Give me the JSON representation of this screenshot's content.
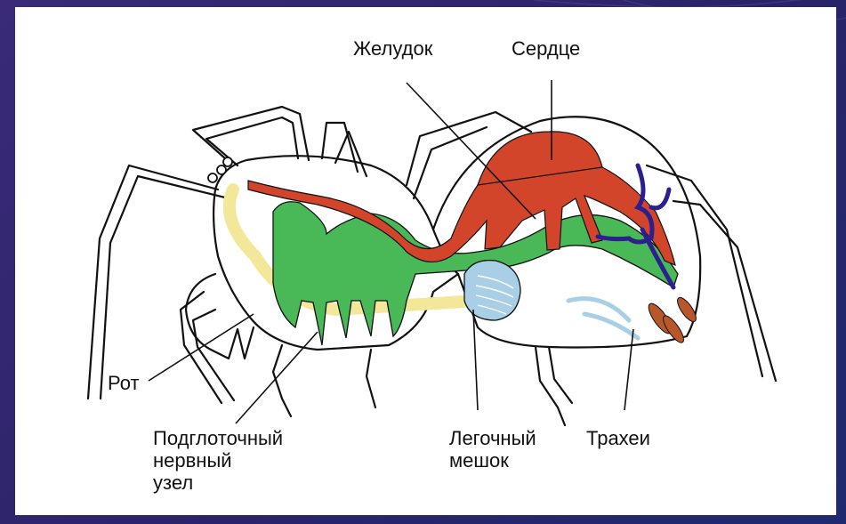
{
  "colors": {
    "background": "#2e2670",
    "card": "#ffffff",
    "digestive": "#49b857",
    "heart": "#d2452a",
    "nerve": "#f3e89a",
    "lung": "#a8cfe6",
    "vessels": "#2c1f8e",
    "organs_brown": "#b8572a",
    "outline": "#111111"
  },
  "labels": {
    "stomach": "Желудок",
    "heart": "Сердце",
    "mouth": "Рот",
    "ganglion": "Подглоточный\nнервный\nузел",
    "lung": "Легочный\nмешок",
    "trachea": "Трахеи"
  }
}
